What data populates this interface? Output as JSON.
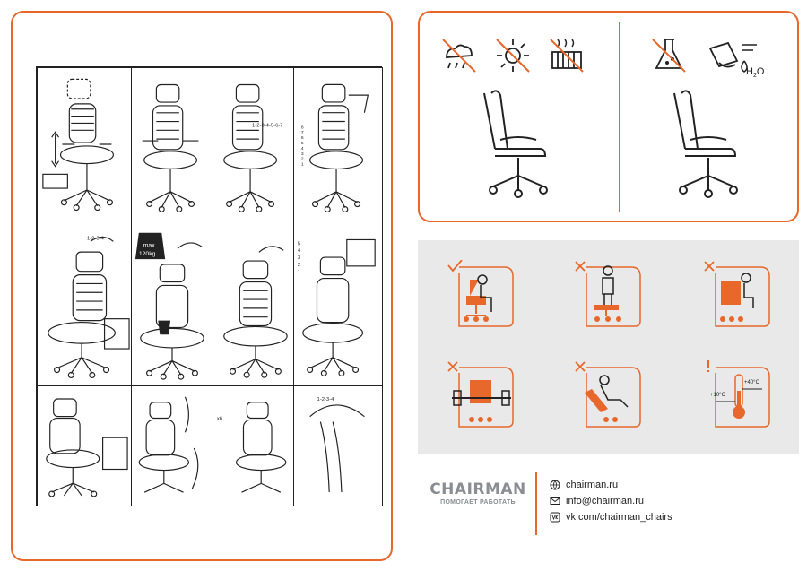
{
  "diagram_labels": {
    "lever_scale": "1-2-3-4-5-6-7",
    "vertical_scale": [
      "8",
      "7",
      "6",
      "5",
      "4",
      "3",
      "2",
      "1"
    ],
    "headrest_scale": "1-2-3-4",
    "load_max": "max",
    "load_value": "120kg",
    "height_scale": [
      "5",
      "4",
      "3",
      "2",
      "1"
    ],
    "repeat_count": "x6",
    "headrest_scale_2": "1-2-3-4"
  },
  "thermometer": {
    "low": "+10°C",
    "high": "+40°C"
  },
  "h2o_label": "H",
  "h2o_sub": "2",
  "h2o_o": "O",
  "brand": {
    "name": "CHAIRMAN",
    "tagline": "ПОМОГАЕТ РАБОТАТЬ"
  },
  "contacts": [
    {
      "icon": "web-icon",
      "text": "chairman.ru"
    },
    {
      "icon": "mail-icon",
      "text": "info@chairman.ru"
    },
    {
      "icon": "vk-icon",
      "text": "vk.com/chairman_chairs"
    }
  ],
  "colors": {
    "accent": "#e8672a",
    "gray_panel": "#e9e9e9",
    "brand_gray": "#8a8d91",
    "line": "#222222"
  }
}
